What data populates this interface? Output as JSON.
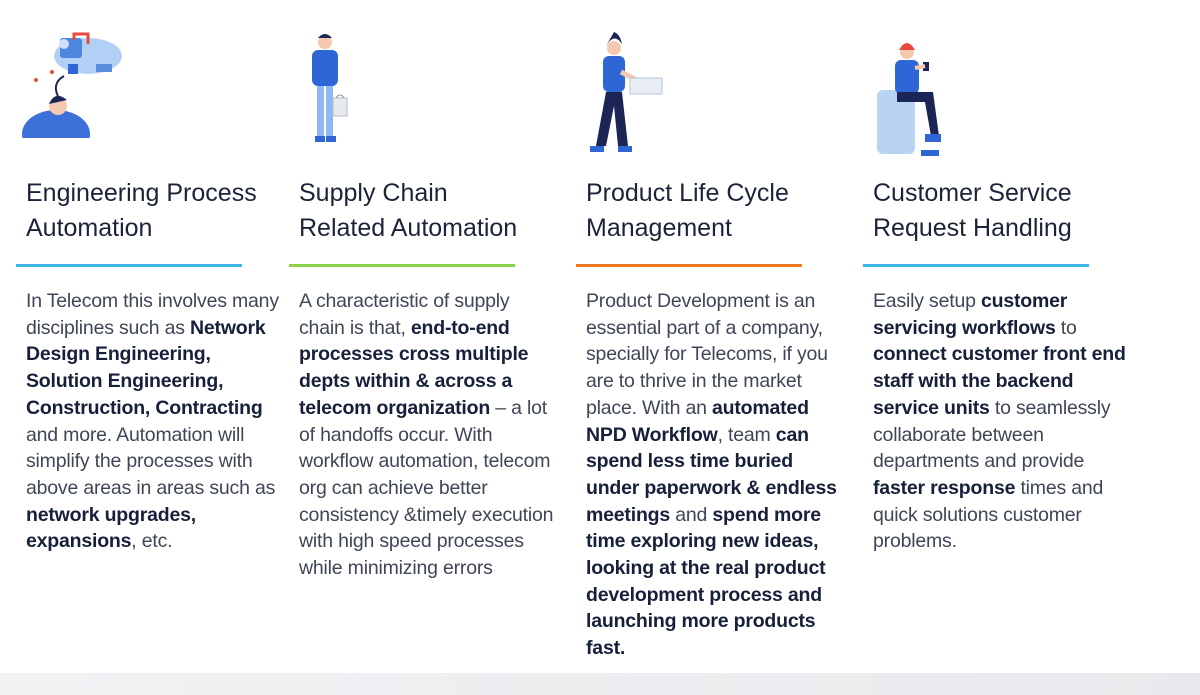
{
  "colors": {
    "rule_1": "#3fb6e8",
    "rule_2": "#8bd14a",
    "rule_3": "#f07a22",
    "rule_4": "#3fb6e8",
    "figure_blue": "#2f66d6",
    "figure_navy": "#1c2656",
    "accent_red": "#e84a3b"
  },
  "columns": [
    {
      "title": "Engineering Process\nAutomation",
      "illustration": "person-with-tech-cloud-icon",
      "body": [
        {
          "t": "In Telecom this involves many disciplines such as "
        },
        {
          "t": "Network Design Engineering, Solution Engineering, Construction, Contracting",
          "b": true
        },
        {
          "t": " and more. Automation will simplify  the processes with above areas in areas such as "
        },
        {
          "t": "network upgrades, expansions",
          "b": true
        },
        {
          "t": ", etc."
        }
      ]
    },
    {
      "title": "Supply Chain\nRelated  Automation",
      "illustration": "man-with-shopping-bag-icon",
      "body": [
        {
          "t": "A characteristic of supply chain is that, "
        },
        {
          "t": "end-to-end processes cross multiple depts within & across a telecom organization",
          "b": true
        },
        {
          "t": " – a lot of handoffs occur. With workflow automation, telecom org can achieve better consistency &timely execution with high speed processes while minimizing errors"
        }
      ]
    },
    {
      "title": "Product Life Cycle\nManagement",
      "illustration": "woman-carrying-papers-icon",
      "body": [
        {
          "t": "Product Development is an essential part of a company, specially for Telecoms,  if you are to thrive in the market place. With an "
        },
        {
          "t": "automated NPD Workflow",
          "b": true
        },
        {
          "t": ", team "
        },
        {
          "t": "can spend less time buried under paperwork & endless meetings",
          "b": true
        },
        {
          "t": " and "
        },
        {
          "t": "spend more time exploring new ideas, looking at the real product development process and launching more products fast.",
          "b": true
        }
      ]
    },
    {
      "title": "Customer Service\nRequest Handling",
      "illustration": "woman-sitting-with-phone-icon",
      "body": [
        {
          "t": "Easily setup "
        },
        {
          "t": "customer servicing workflows",
          "b": true
        },
        {
          "t": " to "
        },
        {
          "t": "connect customer front end staff with the backend service units",
          "b": true
        },
        {
          "t": " to seamlessly  collaborate between departments and provide "
        },
        {
          "t": "faster response",
          "b": true
        },
        {
          "t": " times and quick solutions customer problems."
        }
      ]
    }
  ]
}
